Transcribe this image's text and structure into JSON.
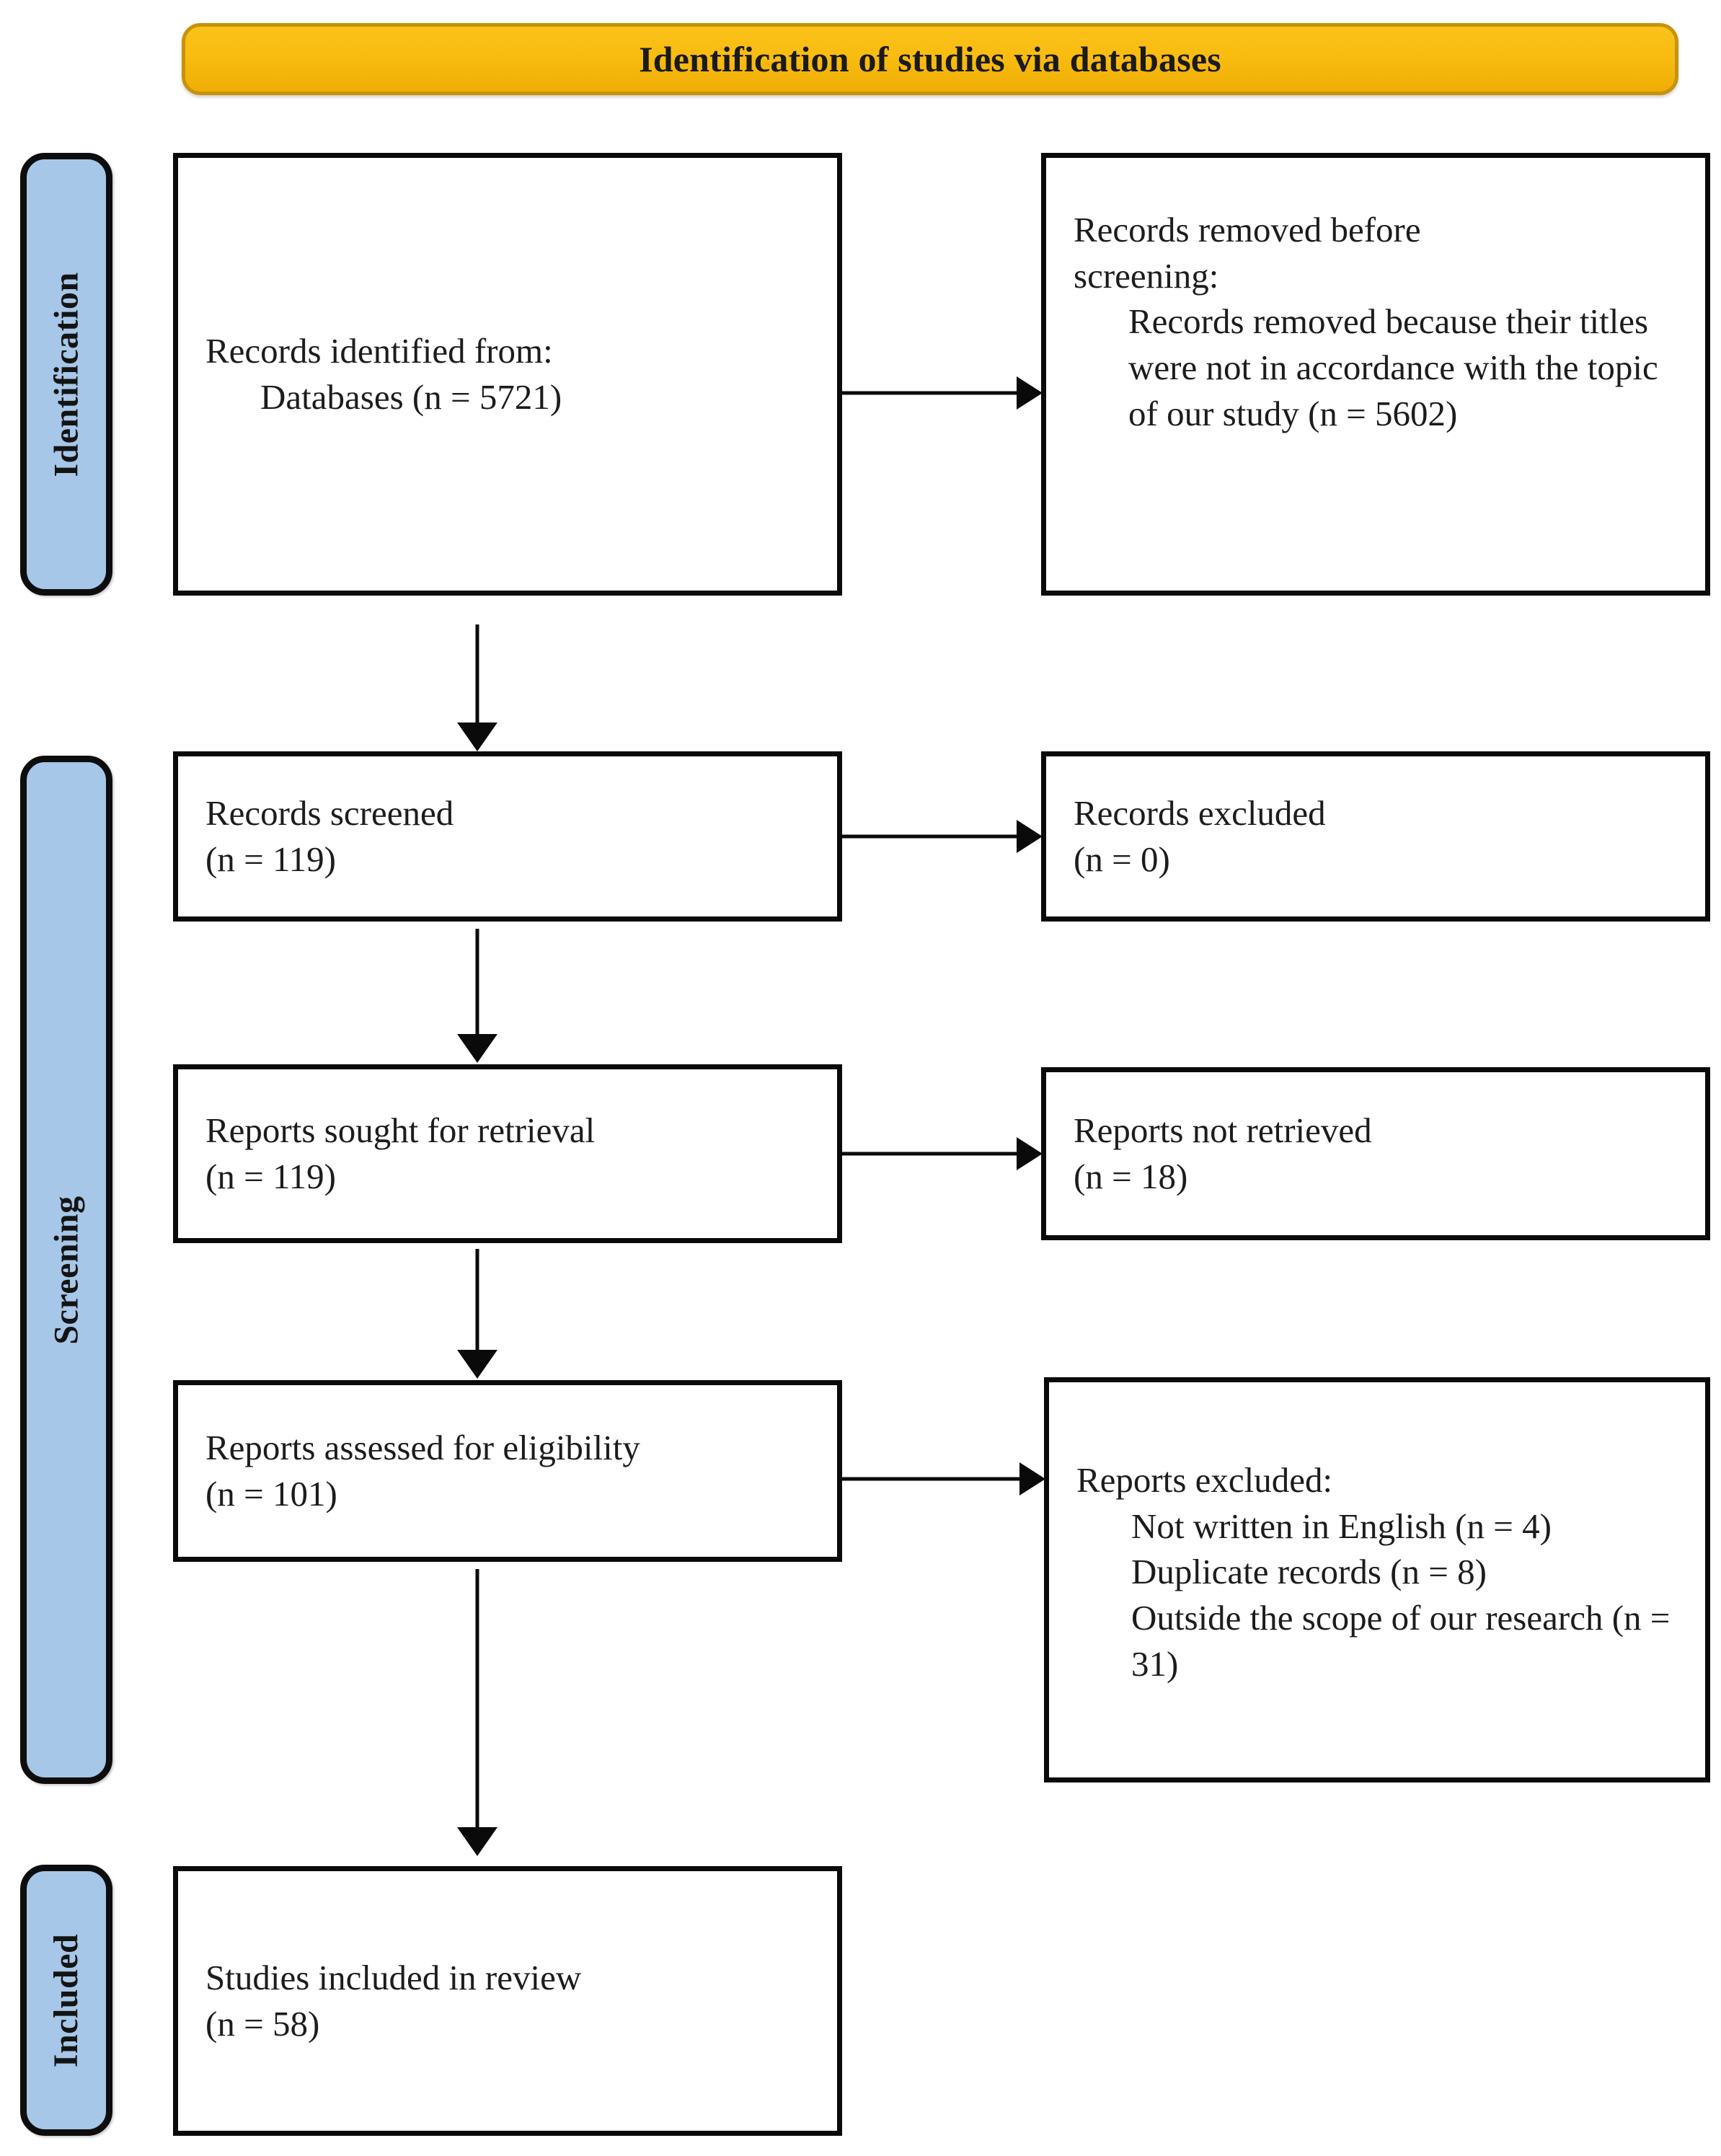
{
  "diagram": {
    "type": "prisma-flow-diagram",
    "banner": {
      "title": "Identification of studies via databases"
    },
    "colors": {
      "banner_fill": "#F9BC10",
      "banner_border": "#C8920A",
      "stage_fill": "#A6C7E7",
      "stage_border": "#0d0d0d",
      "box_border": "#0a0a0a",
      "box_fill": "#FFFFFF",
      "arrow": "#0a0a0a",
      "text": "#1c1c1c"
    },
    "stages": [
      {
        "label": "Identification"
      },
      {
        "label": "Screening"
      },
      {
        "label": "Included"
      }
    ],
    "boxes": {
      "records_identified": {
        "line1": "Records identified from:",
        "line2": "Databases (n = 5721)"
      },
      "records_removed": {
        "line1": "Records removed before",
        "line2": "screening:",
        "line3": "Records removed because their titles were not in accordance with the topic of our study (n = 5602)"
      },
      "records_screened": {
        "line1": "Records screened",
        "line2": "(n = 119)"
      },
      "records_excluded": {
        "line1": "Records excluded",
        "line2": "(n = 0)"
      },
      "reports_sought": {
        "line1": "Reports sought for retrieval",
        "line2": "(n = 119)"
      },
      "reports_not_retrieved": {
        "line1": "Reports not retrieved",
        "line2": "(n = 18)"
      },
      "reports_assessed": {
        "line1": "Reports assessed for eligibility",
        "line2": "(n = 101)"
      },
      "reports_excluded": {
        "line1": "Reports excluded:",
        "item1": "Not written in English (n = 4)",
        "item2": "Duplicate records (n = 8)",
        "item3": "Outside the scope of our research (n = 31)"
      },
      "studies_included": {
        "line1": "Studies included in review",
        "line2": "(n = 58)"
      }
    },
    "counts": {
      "databases": 5721,
      "removed_before_screening": 5602,
      "screened": 119,
      "records_excluded": 0,
      "sought_for_retrieval": 119,
      "not_retrieved": 18,
      "assessed_for_eligibility": 101,
      "excluded_not_english": 4,
      "excluded_duplicate": 8,
      "excluded_out_of_scope": 31,
      "included": 58
    }
  }
}
